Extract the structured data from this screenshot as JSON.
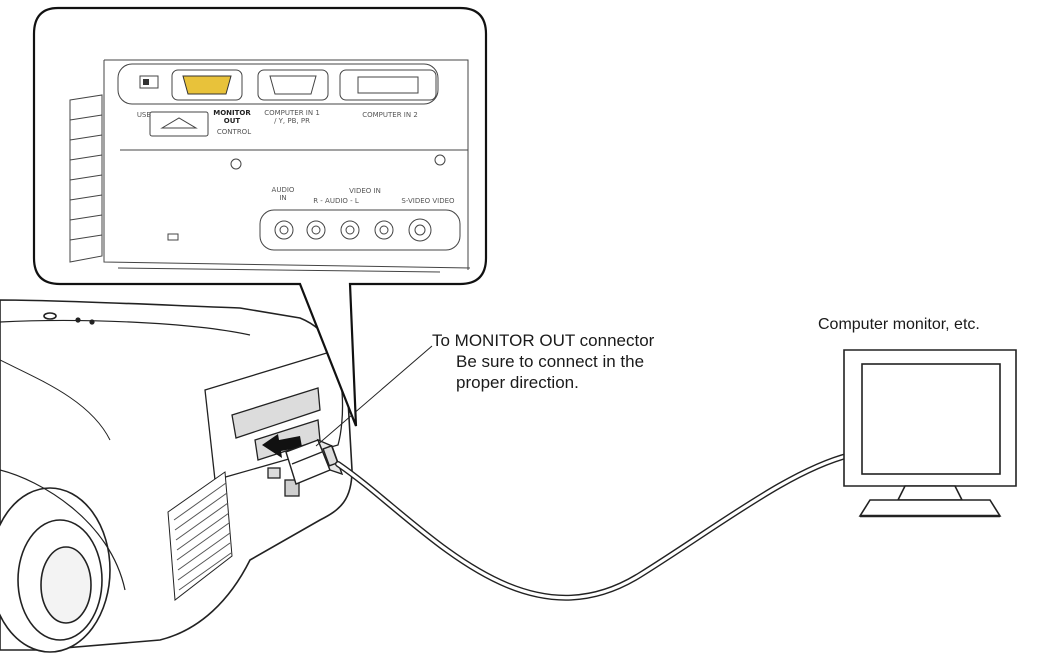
{
  "callouts": {
    "monitor_out_line1": "To MONITOR OUT connector",
    "monitor_out_line2": "Be sure to connect in the",
    "monitor_out_line3": "proper direction.",
    "monitor_label": "Computer monitor, etc."
  },
  "panel_labels": {
    "usb": "USB",
    "monitor_out_1": "MONITOR",
    "monitor_out_2": "OUT",
    "control": "CONTROL",
    "computer_in_1": "COMPUTER IN 1",
    "computer_in_1_sub": "/ Y, PB, PR",
    "computer_in_2": "COMPUTER IN 2",
    "audio_in_1": "AUDIO",
    "audio_in_2": "IN",
    "video_in": "VIDEO IN",
    "r_audio_l": "R - AUDIO - L",
    "s_video": "S-VIDEO VIDEO"
  },
  "colors": {
    "monitor_out_port": "#e8c23a",
    "line": "#222222",
    "panel_fill": "#ffffff"
  }
}
